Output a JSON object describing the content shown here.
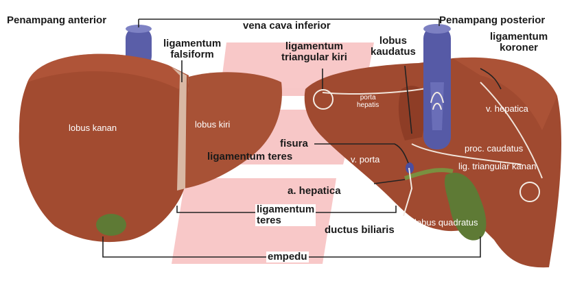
{
  "colors": {
    "liver": "#a04a30",
    "liver_dark": "#7a3220",
    "liver_light": "#c0664a",
    "vein_blue": "#5a5ea8",
    "gallbladder": "#5e7a35",
    "watermark": "#f08a8a",
    "line": "#222222",
    "white_line": "#f4ece4"
  },
  "labels": {
    "penampang_anterior": "Penampang anterior",
    "penampang_posterior": "Penampang posterior",
    "vena_cava_inferior": "vena cava inferior",
    "ligamentum_falsiform": [
      "ligamentum",
      "falsiform"
    ],
    "ligamentum_triangular_kiri": [
      "ligamentum",
      "triangular kiri"
    ],
    "lobus_kaudatus": [
      "lobus",
      "kaudatus"
    ],
    "ligamentum_koroner": [
      "ligamentum",
      "koroner"
    ],
    "lobus_kanan": "lobus kanan",
    "lobus_kiri": "lobus kiri",
    "porta_hepatis": [
      "porta",
      "hepatis"
    ],
    "v_hepatica": "v. hepatica",
    "proc_caudatus": "proc. caudatus",
    "fisura": "fisura",
    "ligamentum_teres_upper": "ligamentum teres",
    "v_porta": "v. porta",
    "lig_triangular_kanan": "lig. triangular kanan",
    "a_hepatica": "a. hepatica",
    "ligamentum_teres_lower": [
      "ligamentum",
      "teres"
    ],
    "ductus_biliaris": "ductus biliaris",
    "lobus_quadratus": "lobus quadratus",
    "empedu": "empedu"
  }
}
